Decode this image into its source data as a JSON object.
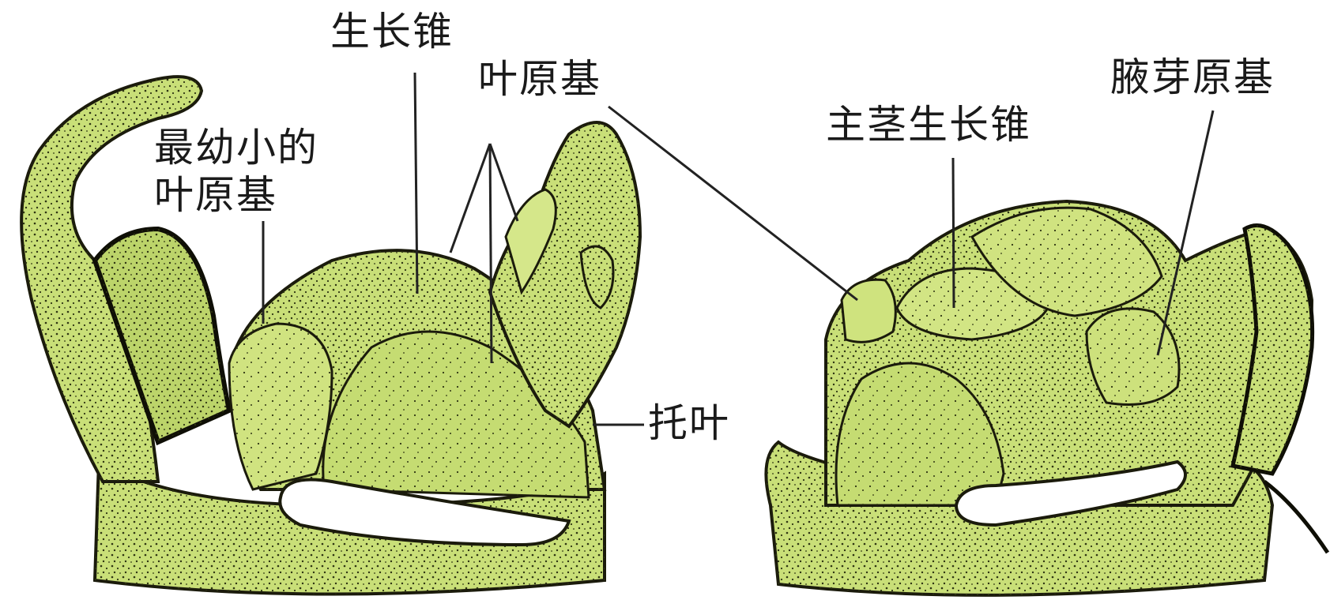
{
  "labels": {
    "growth_cone": "生长锥",
    "leaf_primordium": "叶原基",
    "youngest_primordium_line1": "最幼小的",
    "youngest_primordium_line2": "叶原基",
    "stipule": "托叶",
    "main_stem_growth_cone": "主茎生长锥",
    "axillary_bud_primordium": "腋芽原基"
  },
  "colors": {
    "tissue_fill": "#c9df78",
    "tissue_fill_light": "#d8e88e",
    "outline": "#1b1b0c",
    "stipple": "#2d3312",
    "leader_line": "#222222",
    "background": "#ffffff"
  }
}
